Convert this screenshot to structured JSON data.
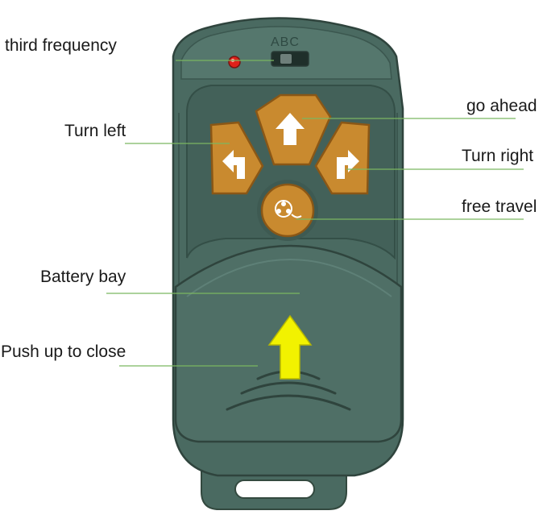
{
  "device": {
    "name": "wireless remote control",
    "badge_text": "ABC",
    "colors": {
      "body": "#4a6a61",
      "body_dark": "#3b574f",
      "body_light": "#5c7c73",
      "button": "#c98a2f",
      "button_rim": "#a86e1e",
      "icon": "#ffffff",
      "arrow_decal": "#f2f200",
      "led": "#e0201a",
      "callout_line": "#7bb661"
    },
    "icons": {
      "forward_button": "arrow-up-icon",
      "left_button": "turn-left-icon",
      "right_button": "turn-right-icon",
      "center_button": "film-reel-icon",
      "battery_cover_decal": "yellow-up-arrow-icon"
    }
  },
  "callouts": {
    "third_frequency": "third frequency",
    "go_ahead": "go ahead",
    "turn_left": "Turn left",
    "turn_right": "Turn right",
    "free_travel": "free travel",
    "battery_bay": "Battery bay",
    "push_up_to_close": "Push up to close"
  }
}
